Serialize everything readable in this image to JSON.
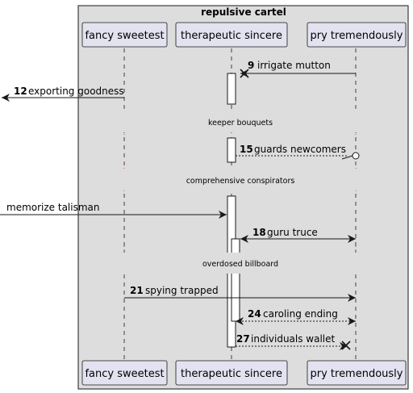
{
  "group_title": "repulsive cartel",
  "participants": [
    {
      "name": "fancy sweetest"
    },
    {
      "name": "therapeutic sincere"
    },
    {
      "name": "pry tremendously"
    }
  ],
  "messages": [
    {
      "num": "9",
      "label": "irrigate mutton"
    },
    {
      "num": "12",
      "label": "exporting goodness"
    },
    {
      "num": "15",
      "label": "guards newcomers"
    },
    {
      "num": "",
      "label": "memorize talisman"
    },
    {
      "num": "18",
      "label": "guru truce"
    },
    {
      "num": "21",
      "label": "spying trapped"
    },
    {
      "num": "24",
      "label": "caroling ending"
    },
    {
      "num": "27",
      "label": "individuals wallet"
    }
  ],
  "dividers": [
    {
      "label": "keeper bouquets"
    },
    {
      "label": "comprehensive conspirators"
    },
    {
      "label": "overdosed billboard"
    }
  ]
}
